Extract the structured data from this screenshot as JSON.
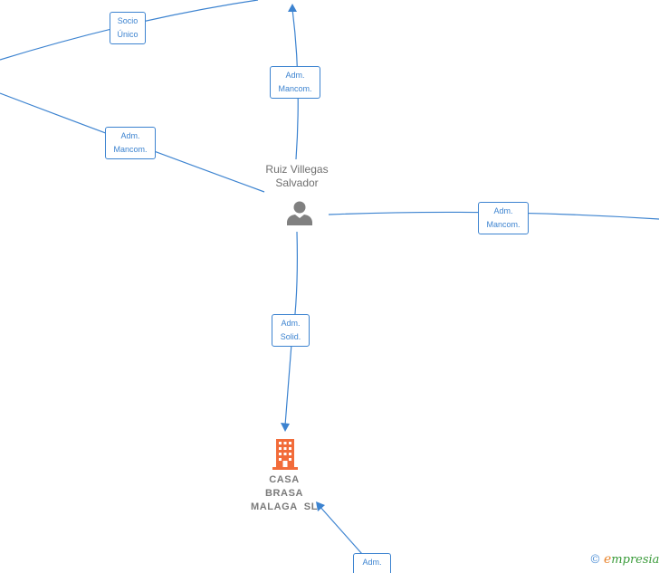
{
  "colors": {
    "edge": "#3c83d0",
    "person": "#808080",
    "company": "#f26c3a"
  },
  "person": {
    "name_line1": "Ruiz Villegas",
    "name_line2": "Salvador",
    "icon": "person-silhouette-icon"
  },
  "company": {
    "name_line1": "CASA",
    "name_line2": "BRASA",
    "name_line3": "MALAGA  SL",
    "icon": "building-icon"
  },
  "relations": {
    "socio_unico": {
      "line1": "Socio",
      "line2": "Único"
    },
    "adm_top": {
      "line1": "Adm.",
      "line2": "Mancom."
    },
    "adm_left": {
      "line1": "Adm.",
      "line2": "Mancom."
    },
    "adm_right": {
      "line1": "Adm.",
      "line2": "Mancom."
    },
    "adm_solid": {
      "line1": "Adm.",
      "line2": "Solid."
    },
    "adm_bottom": {
      "line1": "Adm."
    }
  },
  "watermark": {
    "copyright": "©",
    "brand_initial": "e",
    "brand_rest": "mpresia"
  }
}
